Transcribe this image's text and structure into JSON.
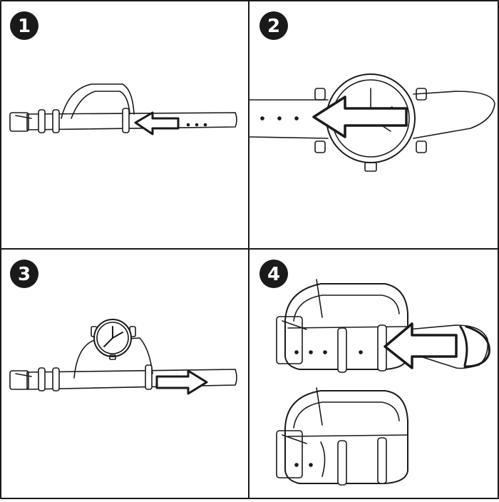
{
  "steps": [
    {
      "number": "1"
    },
    {
      "number": "2"
    },
    {
      "number": "3"
    },
    {
      "number": "4"
    }
  ],
  "colors": {
    "line": "#1a1a1a",
    "background": "#ffffff",
    "badge_fill": "#1a1a1a",
    "badge_text": "#ffffff"
  }
}
